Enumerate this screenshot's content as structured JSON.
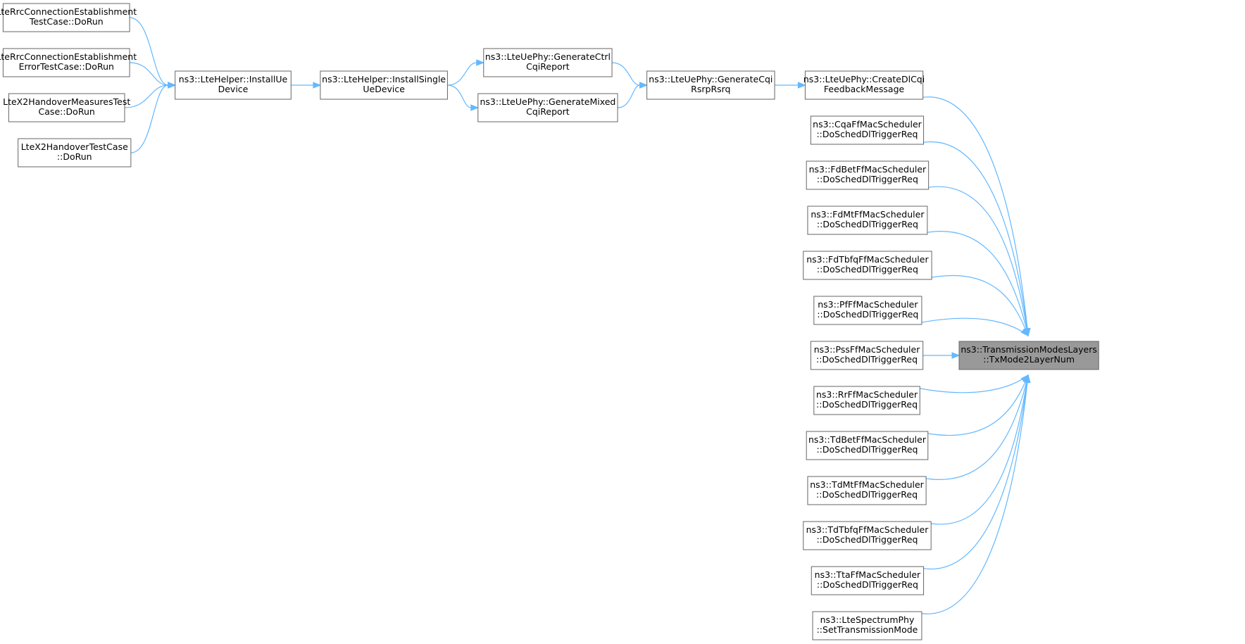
{
  "diagram": {
    "nodes": {
      "lterrc_est_testcase": {
        "lines": [
          "LteRrcConnectionEstablishment",
          "TestCase::DoRun"
        ]
      },
      "lterrc_est_error_testcase": {
        "lines": [
          "LteRrcConnectionEstablishment",
          "ErrorTestCase::DoRun"
        ]
      },
      "ltex2_handover_measures": {
        "lines": [
          "LteX2HandoverMeasuresTest",
          "Case::DoRun"
        ]
      },
      "ltex2_handover_testcase": {
        "lines": [
          "LteX2HandoverTestCase",
          "::DoRun"
        ]
      },
      "ltehelper_installue": {
        "lines": [
          "ns3::LteHelper::InstallUe",
          "Device"
        ]
      },
      "ltehelper_installsingle": {
        "lines": [
          "ns3::LteHelper::InstallSingle",
          "UeDevice"
        ]
      },
      "lteuephy_generatectrl": {
        "lines": [
          "ns3::LteUePhy::GenerateCtrl",
          "CqiReport"
        ]
      },
      "lteuephy_generatemixed": {
        "lines": [
          "ns3::LteUePhy::GenerateMixed",
          "CqiReport"
        ]
      },
      "lteuephy_generatecqi": {
        "lines": [
          "ns3::LteUePhy::GenerateCqi",
          "RsrpRsrq"
        ]
      },
      "lteuephy_createdlcqi": {
        "lines": [
          "ns3::LteUePhy::CreateDlCqi",
          "FeedbackMessage"
        ]
      },
      "cqa_sched": {
        "lines": [
          "ns3::CqaFfMacScheduler",
          "::DoSchedDlTriggerReq"
        ]
      },
      "fdbet_sched": {
        "lines": [
          "ns3::FdBetFfMacScheduler",
          "::DoSchedDlTriggerReq"
        ]
      },
      "fdmt_sched": {
        "lines": [
          "ns3::FdMtFfMacScheduler",
          "::DoSchedDlTriggerReq"
        ]
      },
      "fdtbfq_sched": {
        "lines": [
          "ns3::FdTbfqFfMacScheduler",
          "::DoSchedDlTriggerReq"
        ]
      },
      "pf_sched": {
        "lines": [
          "ns3::PfFfMacScheduler",
          "::DoSchedDlTriggerReq"
        ]
      },
      "pss_sched": {
        "lines": [
          "ns3::PssFfMacScheduler",
          "::DoSchedDlTriggerReq"
        ]
      },
      "rr_sched": {
        "lines": [
          "ns3::RrFfMacScheduler",
          "::DoSchedDlTriggerReq"
        ]
      },
      "tdbet_sched": {
        "lines": [
          "ns3::TdBetFfMacScheduler",
          "::DoSchedDlTriggerReq"
        ]
      },
      "tdmt_sched": {
        "lines": [
          "ns3::TdMtFfMacScheduler",
          "::DoSchedDlTriggerReq"
        ]
      },
      "tdtbfq_sched": {
        "lines": [
          "ns3::TdTbfqFfMacScheduler",
          "::DoSchedDlTriggerReq"
        ]
      },
      "tta_sched": {
        "lines": [
          "ns3::TtaFfMacScheduler",
          "::DoSchedDlTriggerReq"
        ]
      },
      "ltespectrumphy_settx": {
        "lines": [
          "ns3::LteSpectrumPhy",
          "::SetTransmissionMode"
        ]
      },
      "txmode2layernum": {
        "lines": [
          "ns3::TransmissionModesLayers",
          "::TxMode2LayerNum"
        ]
      }
    },
    "edges": [
      [
        "lterrc_est_testcase",
        "ltehelper_installue"
      ],
      [
        "lterrc_est_error_testcase",
        "ltehelper_installue"
      ],
      [
        "ltex2_handover_measures",
        "ltehelper_installue"
      ],
      [
        "ltex2_handover_testcase",
        "ltehelper_installue"
      ],
      [
        "ltehelper_installue",
        "ltehelper_installsingle"
      ],
      [
        "ltehelper_installsingle",
        "lteuephy_generatectrl"
      ],
      [
        "ltehelper_installsingle",
        "lteuephy_generatemixed"
      ],
      [
        "lteuephy_generatectrl",
        "lteuephy_generatecqi"
      ],
      [
        "lteuephy_generatemixed",
        "lteuephy_generatecqi"
      ],
      [
        "lteuephy_generatecqi",
        "lteuephy_createdlcqi"
      ],
      [
        "lteuephy_createdlcqi",
        "txmode2layernum"
      ],
      [
        "cqa_sched",
        "txmode2layernum"
      ],
      [
        "fdbet_sched",
        "txmode2layernum"
      ],
      [
        "fdmt_sched",
        "txmode2layernum"
      ],
      [
        "fdtbfq_sched",
        "txmode2layernum"
      ],
      [
        "pf_sched",
        "txmode2layernum"
      ],
      [
        "pss_sched",
        "txmode2layernum"
      ],
      [
        "rr_sched",
        "txmode2layernum"
      ],
      [
        "tdbet_sched",
        "txmode2layernum"
      ],
      [
        "tdmt_sched",
        "txmode2layernum"
      ],
      [
        "tdtbfq_sched",
        "txmode2layernum"
      ],
      [
        "tta_sched",
        "txmode2layernum"
      ],
      [
        "ltespectrumphy_settx",
        "txmode2layernum"
      ]
    ],
    "highlight_node": "txmode2layernum",
    "colors": {
      "edge": "#63b8ff",
      "node_border": "#666666",
      "highlight_fill": "#999999"
    }
  }
}
